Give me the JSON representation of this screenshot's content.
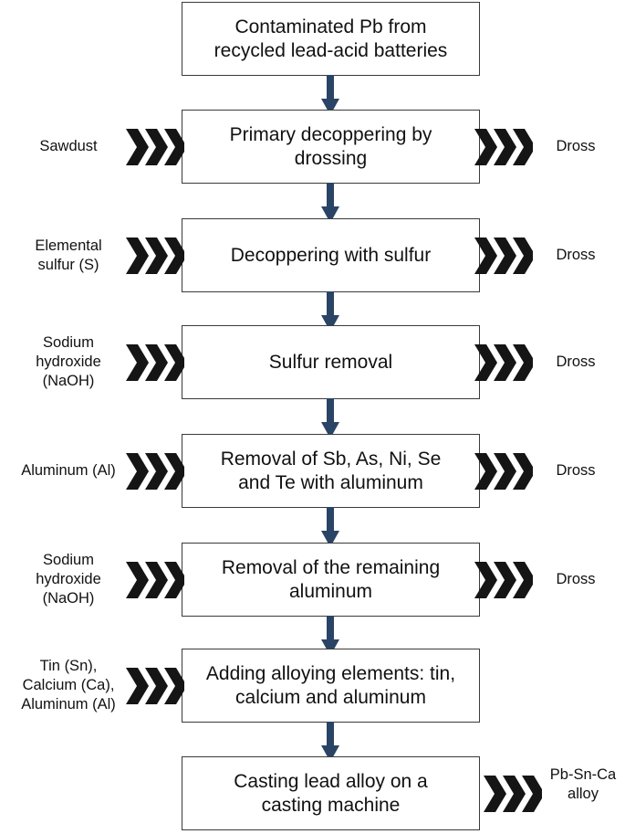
{
  "colors": {
    "arrow": "#2a4466",
    "chevron": "#151515",
    "border": "#3a3a3a"
  },
  "steps": [
    {
      "lines": [
        "Contaminated Pb from",
        "recycled lead-acid batteries"
      ],
      "input": [],
      "output": []
    },
    {
      "lines": [
        "Primary decoppering by",
        "drossing"
      ],
      "input": [
        "Sawdust"
      ],
      "output": [
        "Dross"
      ]
    },
    {
      "lines": [
        "Decoppering with sulfur"
      ],
      "input": [
        "Elemental",
        "sulfur (S)"
      ],
      "output": [
        "Dross"
      ]
    },
    {
      "lines": [
        "Sulfur removal"
      ],
      "input": [
        "Sodium",
        "hydroxide",
        "(NaOH)"
      ],
      "output": [
        "Dross"
      ]
    },
    {
      "lines": [
        "Removal of Sb, As, Ni, Se",
        "and Te with aluminum"
      ],
      "input": [
        "Aluminum (Al)"
      ],
      "output": [
        "Dross"
      ]
    },
    {
      "lines": [
        "Removal of the remaining",
        "aluminum"
      ],
      "input": [
        "Sodium",
        "hydroxide",
        "(NaOH)"
      ],
      "output": [
        "Dross"
      ]
    },
    {
      "lines": [
        "Adding alloying elements: tin,",
        "calcium and aluminum"
      ],
      "input": [
        "Tin (Sn),",
        "Calcium (Ca),",
        "Aluminum (Al)"
      ],
      "output": []
    },
    {
      "lines": [
        "Casting lead alloy on a",
        "casting machine"
      ],
      "input": [],
      "output": [
        "Pb-Sn-Ca",
        "alloy"
      ]
    }
  ]
}
